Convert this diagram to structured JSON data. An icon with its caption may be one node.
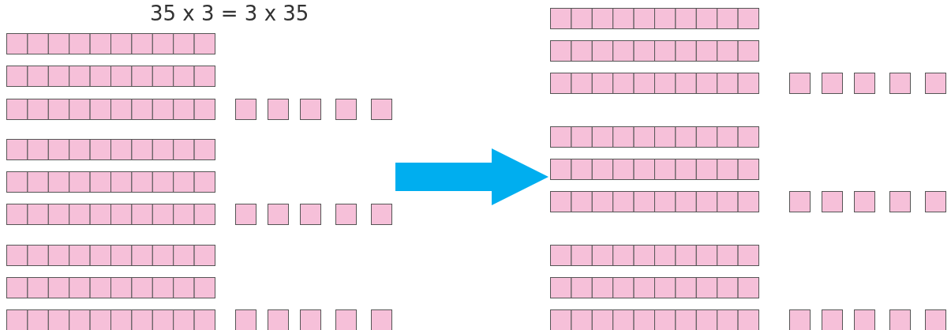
{
  "diagram": {
    "nodes": [
      {
        "text": [],
        "shape": "box"
      },
      {
        "text": [],
        "shape": "box"
      }
    ],
    "edges": [
      {
        "from": 0,
        "to": 1,
        "arrow": "to",
        "color": "#00aeef"
      }
    ],
    "labels": [
      "35 x 3 = 3 x 35"
    ]
  }
}
